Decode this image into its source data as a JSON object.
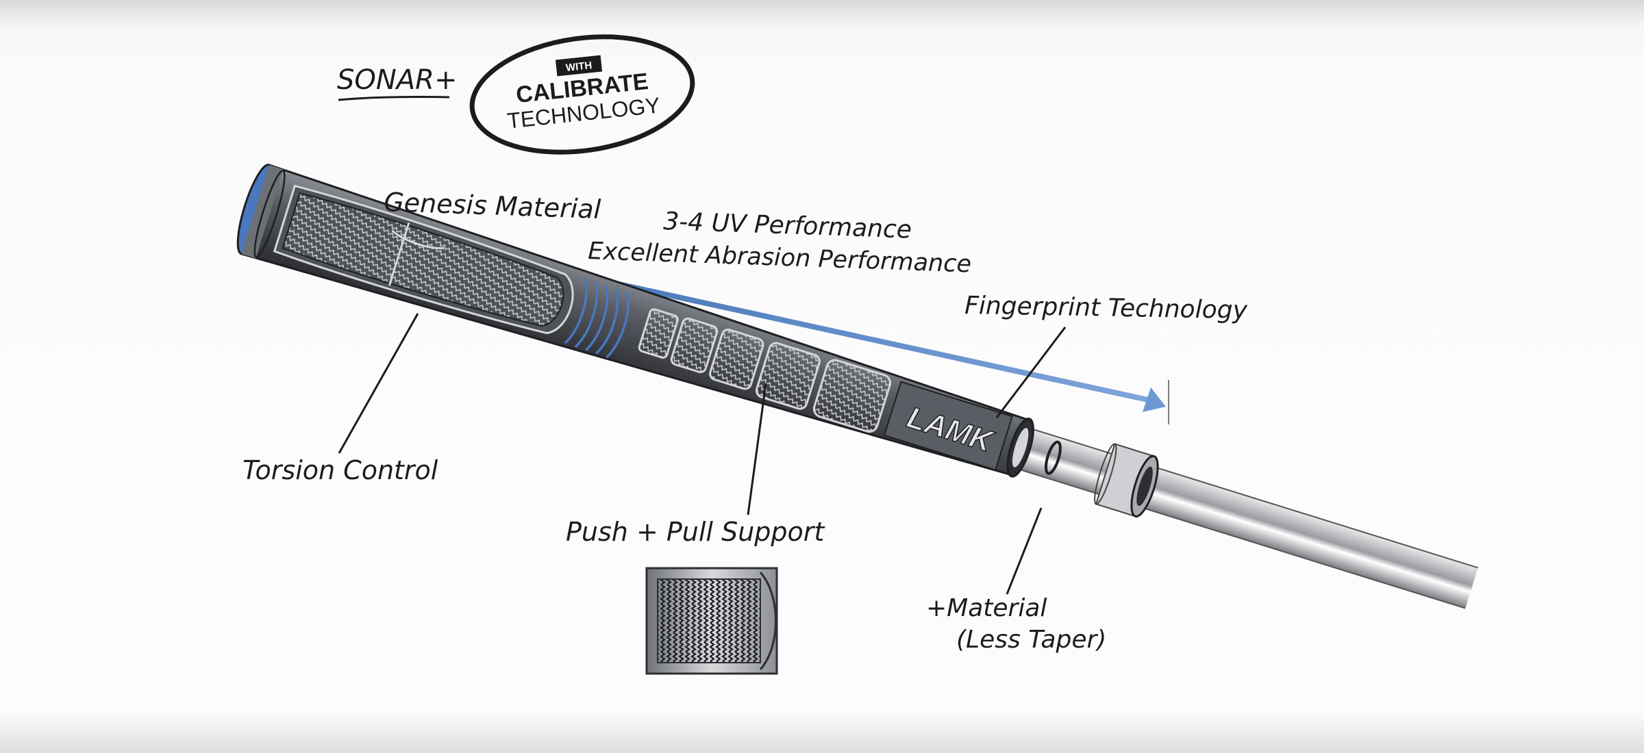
{
  "brand": {
    "product_name": "SONAR+",
    "badge_small": "WITH",
    "badge_line1": "CALIBRATE",
    "badge_line2": "TECHNOLOGY"
  },
  "grip": {
    "logo_text": "LAMK"
  },
  "callouts": {
    "genesis": "Genesis Material",
    "uv": "3-4 UV Performance",
    "abrasion": "Excellent Abrasion Performance",
    "fingerprint": "Fingerprint Technology",
    "torsion": "Torsion Control",
    "push_pull": "Push + Pull Support",
    "material": "+Material",
    "taper": "(Less Taper)"
  },
  "colors": {
    "accent_blue": "#3f6fb4",
    "grip_dark": "#3d3f44",
    "ink": "#1c1c1c"
  }
}
